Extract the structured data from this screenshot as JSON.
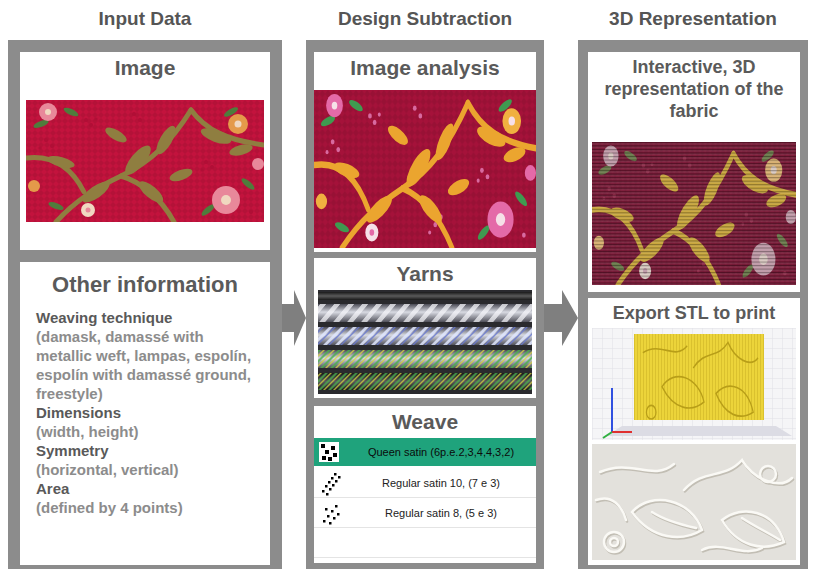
{
  "diagram": {
    "nodes": [
      {
        "text": [
          "Input Data"
        ]
      },
      {
        "text": [
          "Image"
        ],
        "in": 0
      },
      {
        "text": [
          "Other information",
          "Weaving technique",
          "(damask, damassé with metallic weft, lampas, espolín, espolín with damassé ground, freestyle)",
          "Dimensions",
          "(width, height)",
          "Symmetry",
          "(horizontal, vertical)",
          "Area",
          "(defined by 4 points)"
        ],
        "in": 0
      },
      {
        "text": [
          "Design Subtraction"
        ]
      },
      {
        "text": [
          "Image analysis"
        ],
        "in": 3
      },
      {
        "text": [
          "Yarns"
        ],
        "in": 3
      },
      {
        "text": [
          "Weave"
        ],
        "in": 3
      },
      {
        "text": [
          "3D Representation"
        ]
      },
      {
        "text": [
          "Interactive, 3D representation of the fabric"
        ],
        "in": 7
      },
      {
        "text": [
          "Export STL to print"
        ],
        "in": 7
      }
    ],
    "edges": [
      {
        "from": 0,
        "to": 3,
        "arrow": "to"
      },
      {
        "from": 3,
        "to": 7,
        "arrow": "to"
      }
    ],
    "labels": [
      "Queen satin (6p.e.2,3,4,4,3,2)",
      "Regular satin 10, (7 e 3)",
      "Regular satin 8, (5 e 3)"
    ]
  }
}
